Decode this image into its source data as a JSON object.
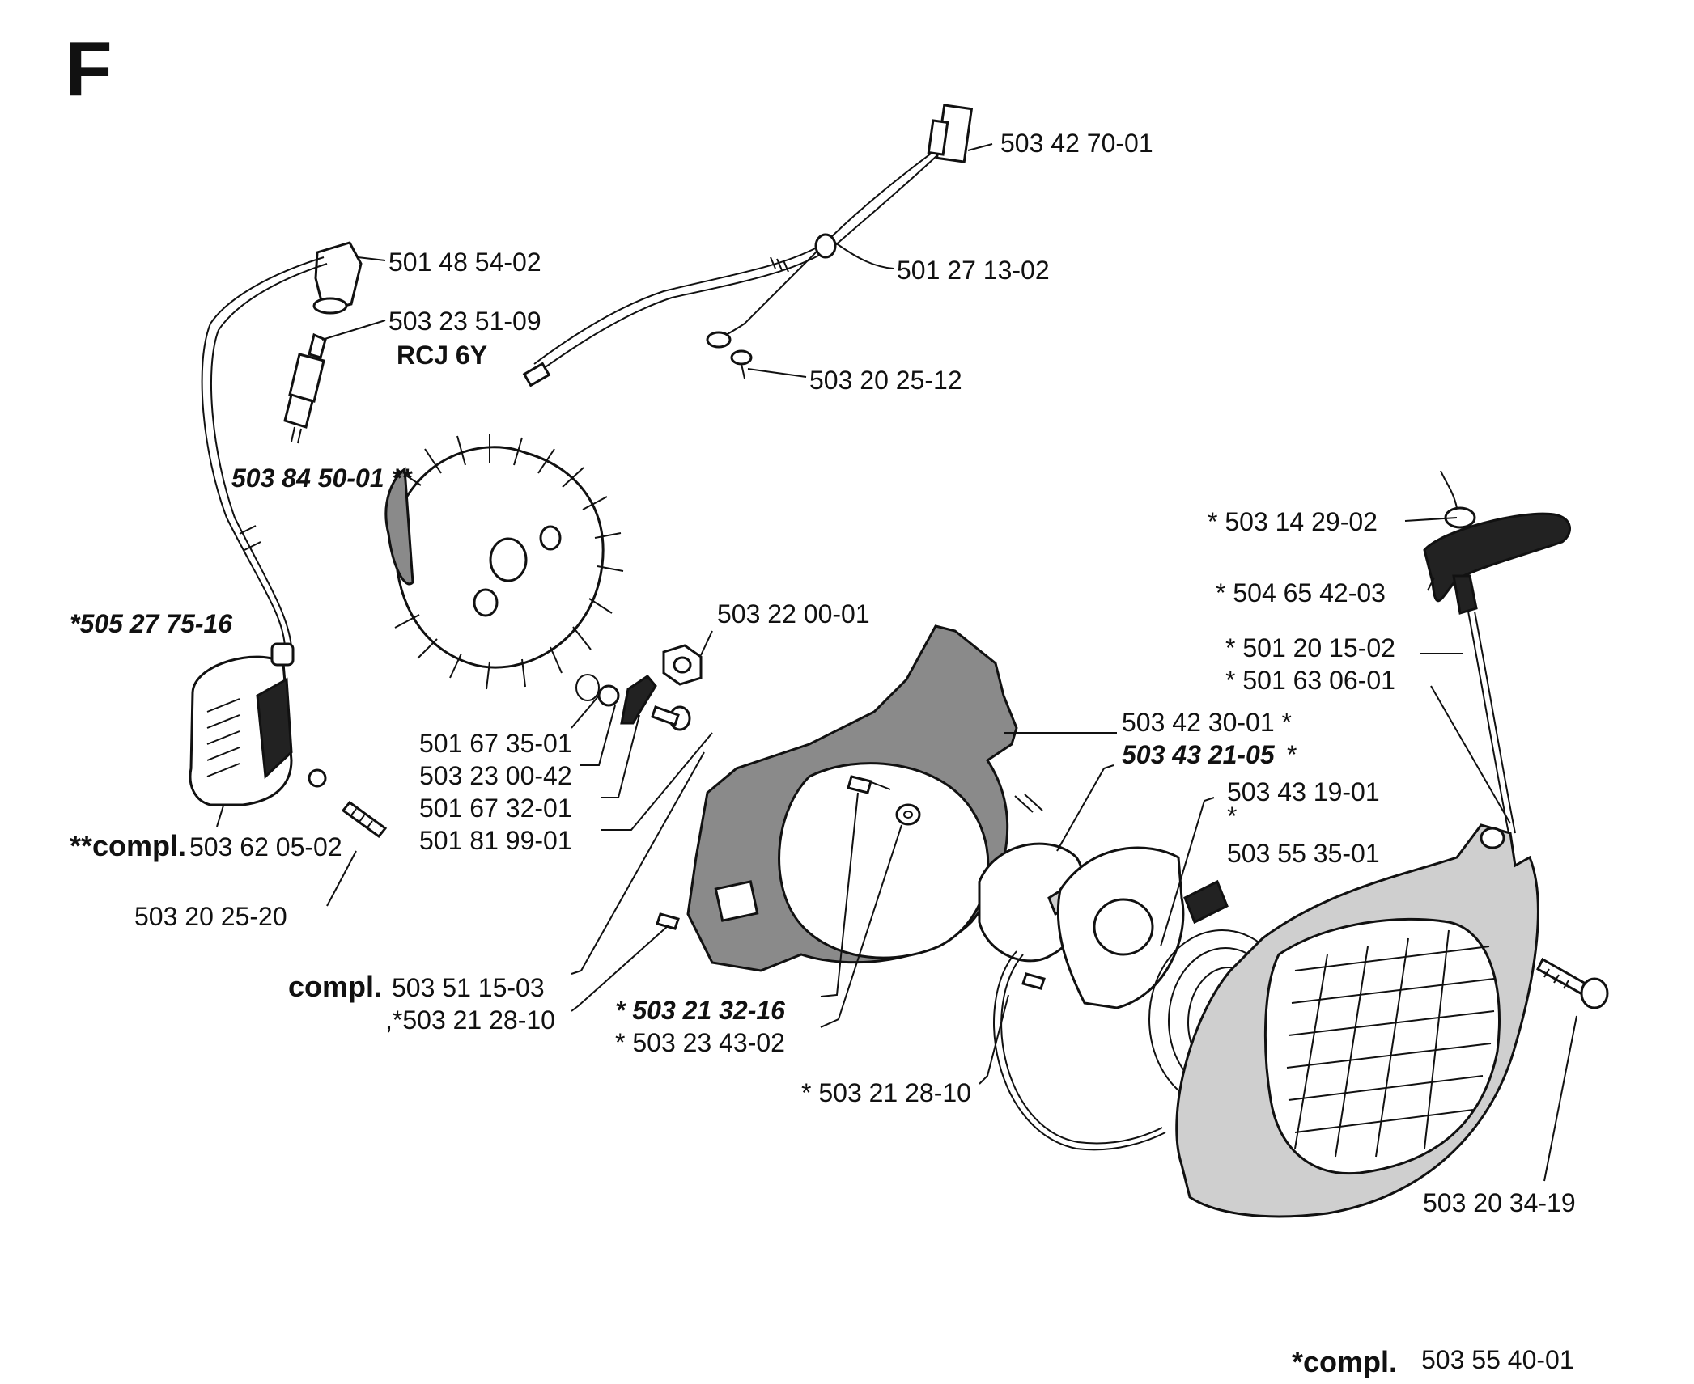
{
  "section_letter": "F",
  "labels": {
    "l_503_42_70_01": "503 42 70-01",
    "l_501_27_13_02": "501 27 13-02",
    "l_503_20_25_12": "503 20 25-12",
    "l_501_48_54_02": "501 48 54-02",
    "l_503_23_51_09": "503 23 51-09",
    "l_rcj_6y": "RCJ 6Y",
    "l_503_84_50_01": "503 84 50-01 **",
    "l_505_27_75_16": "*505 27 75-16",
    "l_503_22_00_01": "503 22 00-01",
    "l_501_67_35_01": "501 67 35-01",
    "l_503_23_00_42": "503 23 00-42",
    "l_501_67_32_01": "501 67 32-01",
    "l_501_81_99_01": "501 81 99-01",
    "l_compl_503_62_prefix": "**compl.",
    "l_503_62_05_02": "503 62 05-02",
    "l_503_20_25_20": "503 20 25-20",
    "l_compl_503_51_prefix": "compl.",
    "l_503_51_15_03": "503 51 15-03",
    "l_503_21_28_10_a": ",*503 21 28-10",
    "l_503_21_32_16": "* 503 21 32-16",
    "l_503_23_43_02": "* 503 23 43-02",
    "l_503_21_28_10_b": "* 503 21 28-10",
    "l_503_42_30_01": "503 42 30-01 *",
    "l_503_43_21_05": "503 43 21-05",
    "l_503_43_21_05_star": "*",
    "l_503_43_19_01": "503 43 19-01",
    "l_star_small": "*",
    "l_503_55_35_01": "503 55 35-01",
    "l_503_14_29_02": "* 503 14 29-02",
    "l_504_65_42_03": "* 504 65 42-03",
    "l_501_20_15_02": "* 501 20 15-02",
    "l_501_63_06_01": "* 501 63 06-01",
    "l_503_20_34_19": "503 20 34-19",
    "l_compl_bottom_prefix": "*compl.",
    "l_503_55_40_01": "503 55 40-01"
  }
}
